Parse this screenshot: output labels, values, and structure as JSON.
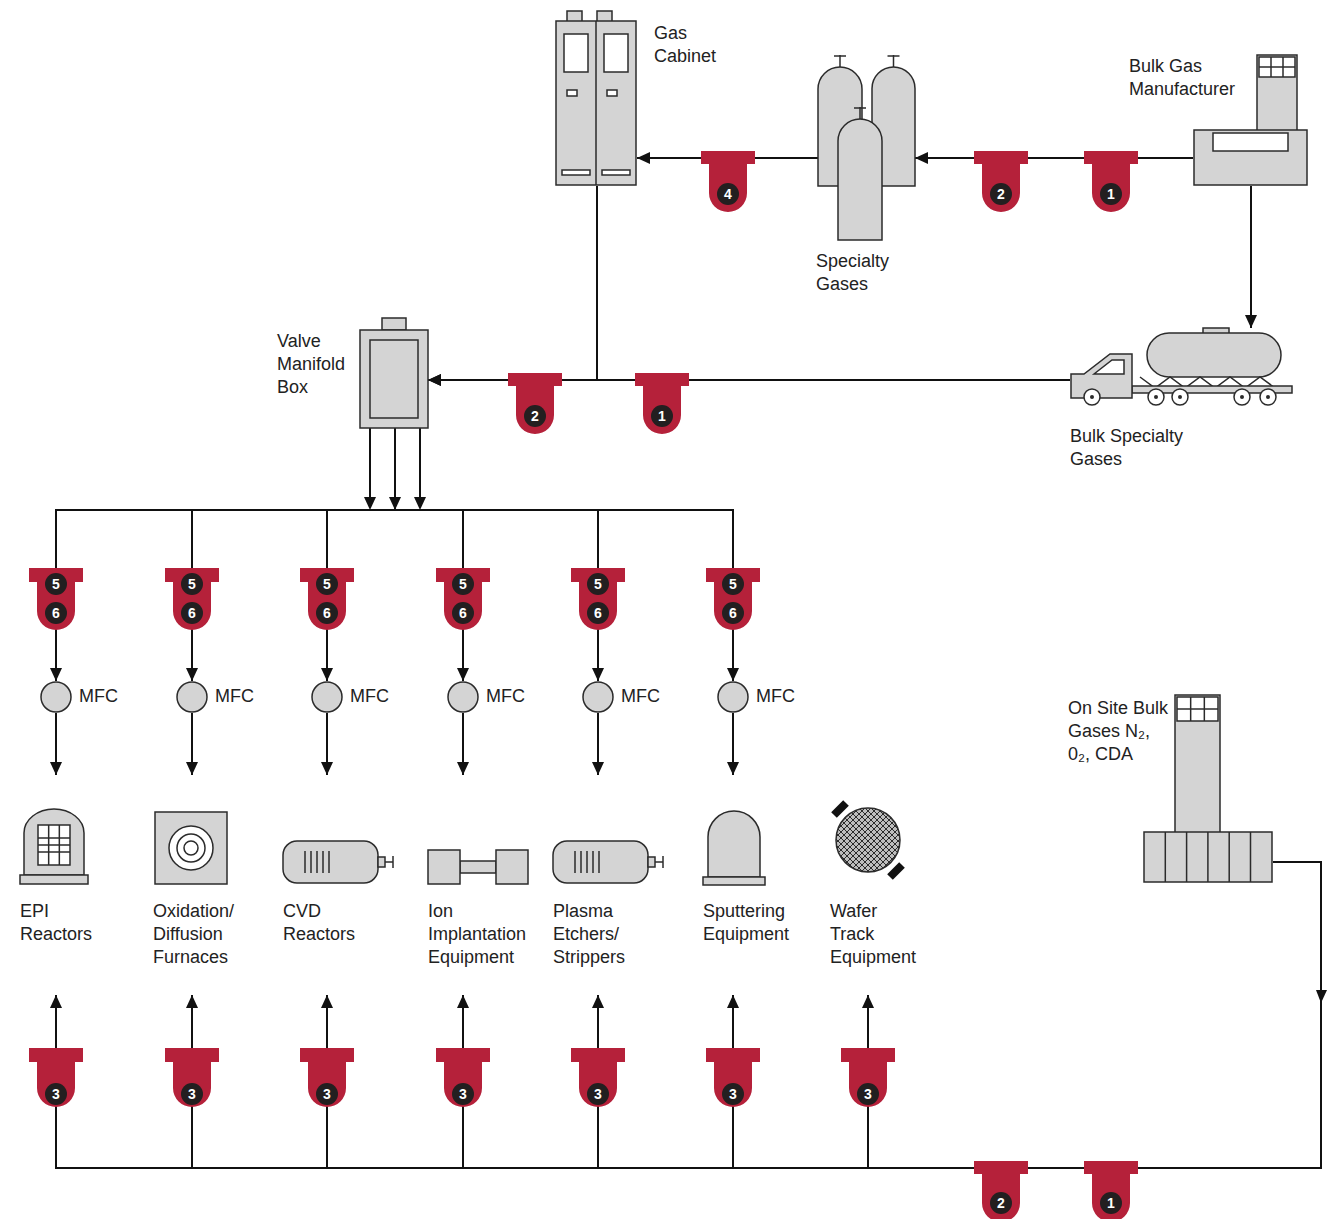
{
  "diagram": {
    "nodes": [
      {
        "text": [
          "Gas Cabinet"
        ]
      },
      {
        "text": [
          "Specialty Gases"
        ]
      },
      {
        "text": [
          "Bulk Gas Manufacturer"
        ]
      },
      {
        "text": [
          "Valve Manifold Box"
        ]
      },
      {
        "text": [
          "Bulk Specialty Gases"
        ]
      },
      {
        "text": [
          "MFC"
        ]
      },
      {
        "text": [
          "MFC"
        ]
      },
      {
        "text": [
          "MFC"
        ]
      },
      {
        "text": [
          "MFC"
        ]
      },
      {
        "text": [
          "MFC"
        ]
      },
      {
        "text": [
          "MFC"
        ]
      },
      {
        "text": [
          "EPI Reactors"
        ]
      },
      {
        "text": [
          "Oxidation/ Diffusion Furnaces"
        ]
      },
      {
        "text": [
          "CVD Reactors"
        ]
      },
      {
        "text": [
          "Ion Implantation Equipment"
        ]
      },
      {
        "text": [
          "Plasma Etchers/ Strippers"
        ]
      },
      {
        "text": [
          "Sputtering Equipment"
        ]
      },
      {
        "text": [
          "Wafer Track Equipment"
        ]
      },
      {
        "text": [
          "On Site Bulk Gases N₂, 0₂, CDA"
        ]
      }
    ],
    "edges": [
      {
        "from": 2,
        "to": 1,
        "arrow": "to"
      },
      {
        "from": 1,
        "to": 0,
        "arrow": "to"
      },
      {
        "from": 2,
        "to": 4,
        "arrow": "to"
      },
      {
        "from": 4,
        "to": 3,
        "arrow": "to"
      },
      {
        "from": 0,
        "to": 3,
        "arrow": "to"
      },
      {
        "from": 3,
        "to": 5,
        "arrow": "to"
      },
      {
        "from": 3,
        "to": 6,
        "arrow": "to"
      },
      {
        "from": 3,
        "to": 7,
        "arrow": "to"
      },
      {
        "from": 3,
        "to": 8,
        "arrow": "to"
      },
      {
        "from": 3,
        "to": 9,
        "arrow": "to"
      },
      {
        "from": 3,
        "to": 10,
        "arrow": "to"
      },
      {
        "from": 5,
        "to": 11,
        "arrow": "to"
      },
      {
        "from": 6,
        "to": 12,
        "arrow": "to"
      },
      {
        "from": 7,
        "to": 13,
        "arrow": "to"
      },
      {
        "from": 8,
        "to": 14,
        "arrow": "to"
      },
      {
        "from": 9,
        "to": 15,
        "arrow": "to"
      },
      {
        "from": 10,
        "to": 16,
        "arrow": "to"
      },
      {
        "from": 18,
        "to": 11,
        "arrow": "to"
      },
      {
        "from": 18,
        "to": 12,
        "arrow": "to"
      },
      {
        "from": 18,
        "to": 13,
        "arrow": "to"
      },
      {
        "from": 18,
        "to": 14,
        "arrow": "to"
      },
      {
        "from": 18,
        "to": 15,
        "arrow": "to"
      },
      {
        "from": 18,
        "to": 16,
        "arrow": "to"
      },
      {
        "from": 18,
        "to": 17,
        "arrow": "to"
      }
    ],
    "labels": [
      "4",
      "2",
      "1",
      "2",
      "1",
      "5",
      "6",
      "5",
      "6",
      "5",
      "6",
      "5",
      "6",
      "5",
      "6",
      "5",
      "6",
      "3",
      "3",
      "3",
      "3",
      "3",
      "3",
      "3",
      "2",
      "1"
    ]
  }
}
